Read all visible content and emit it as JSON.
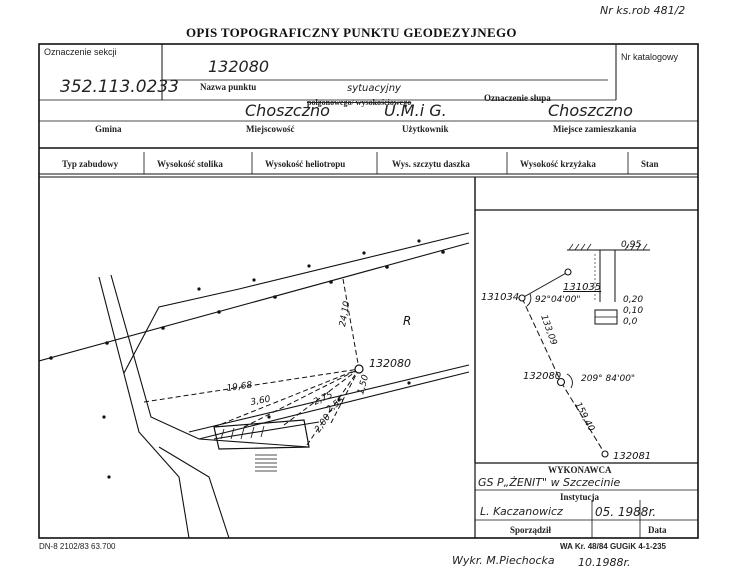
{
  "form": {
    "ref": "Nr ks.rob 481/2",
    "title": "OPIS TOPOGRAFICZNY PUNKTU GEODEZYJNEGO",
    "labels": {
      "section": "Oznaczenie sekcji",
      "catalog": "Nr katalogowy",
      "point_name": "Nazwa punktu",
      "pole": "Oznaczenie słupa",
      "type_struck": "polgonowego/ wysokościowego",
      "gmina": "Gmina",
      "locality": "Miejscowość",
      "user": "Użytkownik",
      "residence": "Miejsce zamieszkania",
      "contractor": "WYKONAWCA",
      "institution": "Instytucja",
      "compiled": "Sporządził",
      "date": "Data"
    },
    "values": {
      "section": "352.113.0233",
      "point_number": "132080",
      "type_handwritten": "sytuacyjny",
      "gmina": "Choszczno",
      "user": "U.M.i G.",
      "residence": "Choszczno",
      "contractor": "GS P„ŻENIT\" w  Szczecinie",
      "compiled_by": "L. Kaczanowicz",
      "date": "05. 1988r."
    },
    "columns": [
      "Typ zabudowy",
      "Wysokość stolika",
      "Wysokość heliotropu",
      "Wys. szczytu daszka",
      "Wysokość krzyżaka",
      "Stan"
    ],
    "footer": {
      "left": "DN-8 2102/83 63.700",
      "right": "WA Kr. 48/84 GUGiK 4-1-235",
      "drawn_by": "Wykr. M.Piechocka",
      "drawn_date": "10.1988r."
    }
  },
  "sketch": {
    "point": "132080",
    "letter": "R",
    "d_top": "24,10",
    "d_left": "19,68",
    "d_a": "3,60",
    "d_b": "2,75",
    "d_c": "2,55",
    "d_d": "2,00",
    "d_e": "1,50"
  },
  "diagram": {
    "p1": "131034",
    "p2": "131035",
    "p3": "132080",
    "p4": "132081",
    "angle1": "92°04'00\"",
    "angle2": "209° 84'00\"",
    "dist1": "133,09",
    "dist2": "159,40",
    "depth1": "0,95",
    "depth2": "0,20",
    "depth3": "0,10",
    "depth4": "0,0"
  }
}
